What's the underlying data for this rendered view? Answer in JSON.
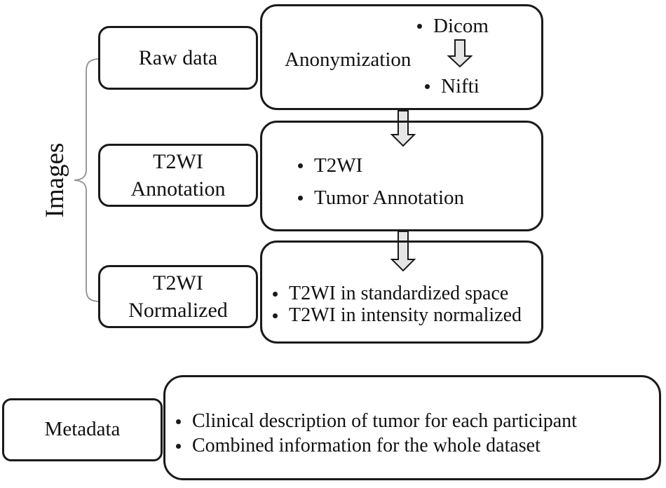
{
  "images_group": {
    "label": "Images",
    "rows": [
      {
        "name": "raw-data",
        "label_lines": [
          "Raw data"
        ],
        "content": {
          "title": "Anonymization",
          "bullet_top": "Dicom",
          "bullet_bottom": "Nifti"
        }
      },
      {
        "name": "t2wi-annotation",
        "label_lines": [
          "T2WI",
          "Annotation"
        ],
        "content": {
          "bullets": [
            "T2WI",
            "Tumor Annotation"
          ]
        }
      },
      {
        "name": "t2wi-normalized",
        "label_lines": [
          "T2WI",
          "Normalized"
        ],
        "content": {
          "bullets": [
            "T2WI in standardized space",
            "T2WI in intensity normalized"
          ]
        }
      }
    ]
  },
  "metadata_group": {
    "label": "Metadata",
    "bullets": [
      "Clinical description of tumor for each participant",
      "Combined information for the whole dataset"
    ]
  },
  "colors": {
    "border": "#1a1a1a",
    "arrow_fill": "#e6e6e6",
    "brace": "#8f8f8f",
    "text": "#111111",
    "background": "#ffffff"
  }
}
